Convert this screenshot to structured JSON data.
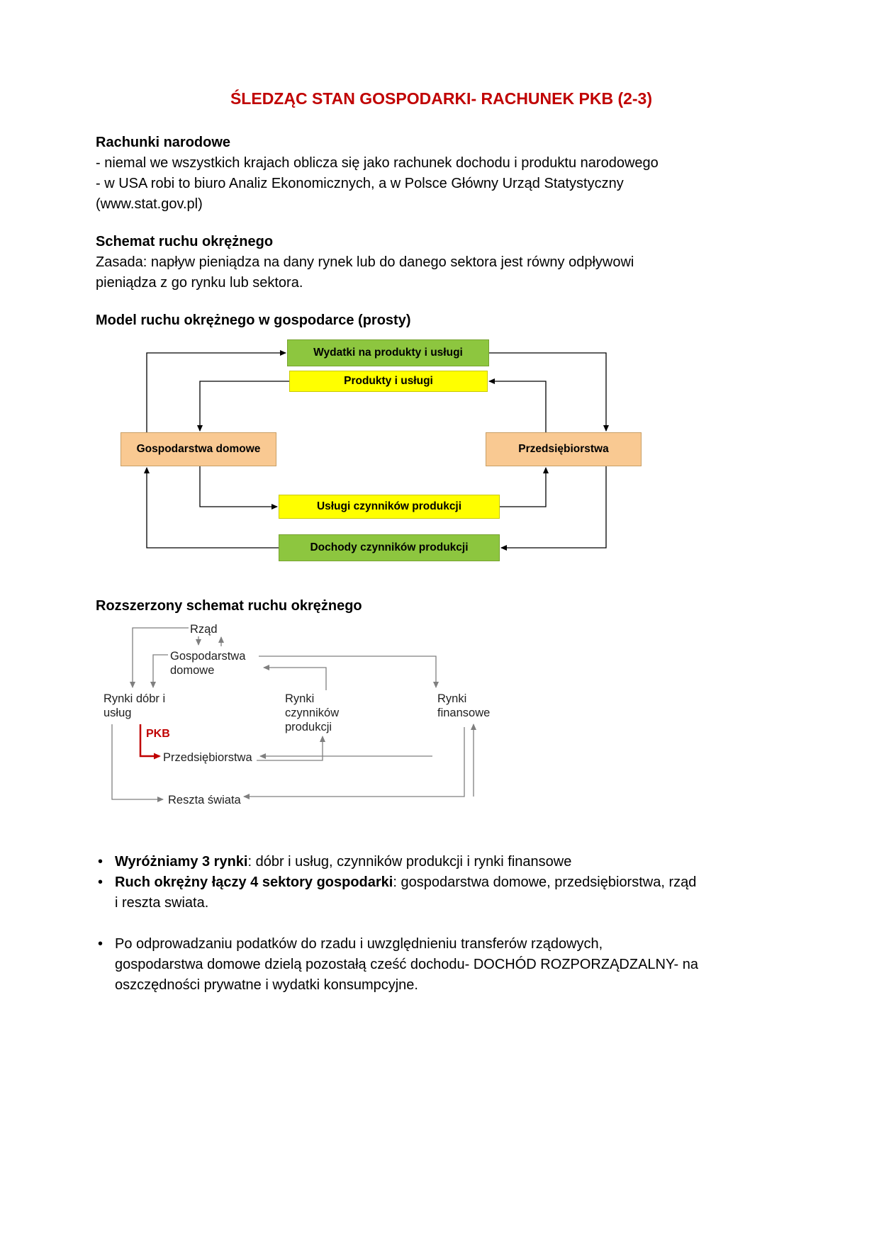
{
  "title": "ŚLEDZĄC STAN GOSPODARKI- RACHUNEK PKB (2-3)",
  "title_color": "#c00000",
  "sections": {
    "rachunki": {
      "heading": "Rachunki narodowe",
      "lines": [
        "- niemal we wszystkich krajach oblicza się jako rachunek dochodu i produktu narodowego",
        "- w USA robi to biuro Analiz Ekonomicznych, a w Polsce Główny Urząd Statystyczny",
        "(www.stat.gov.pl)"
      ]
    },
    "schemat": {
      "heading": "Schemat ruchu okrężnego",
      "lines": [
        "Zasada: napływ pieniądza na dany rynek lub do danego sektora jest równy odpływowi",
        "pieniądza z go rynku lub sektora."
      ]
    },
    "model": {
      "heading": "Model ruchu okrężnego w gospodarce (prosty)"
    },
    "rozszerzony": {
      "heading": "Rozszerzony schemat ruchu okrężnego"
    }
  },
  "diagram_simple": {
    "boxes": {
      "wydatki": "Wydatki na produkty i usługi",
      "produkty": "Produkty i usługi",
      "gospodarstwa": "Gospodarstwa domowe",
      "przedsiebiorstwa": "Przedsiębiorstwa",
      "uslugi": "Usługi czynników produkcji",
      "dochody": "Dochody czynników produkcji"
    },
    "colors": {
      "green": "#8dc63f",
      "yellow": "#ffff00",
      "peach": "#f9c992"
    }
  },
  "diagram_extended": {
    "labels": {
      "rzad": "Rząd",
      "gospodarstwa_l1": "Gospodarstwa",
      "gospodarstwa_l2": "domowe",
      "rynki_dobr_l1": "Rynki dóbr i",
      "rynki_dobr_l2": "usług",
      "rynki_czynnikow_l1": "Rynki",
      "rynki_czynnikow_l2": "czynników",
      "rynki_czynnikow_l3": "produkcji",
      "rynki_finansowe_l1": "Rynki",
      "rynki_finansowe_l2": "finansowe",
      "pkb": "PKB",
      "przedsiebiorstwa": "Przedsiębiorstwa",
      "reszta_swiata": "Reszta świata"
    },
    "pkb_color": "#c00000"
  },
  "bullets": {
    "b1": {
      "bold": "Wyróżniamy 3 rynki",
      "rest": ": dóbr i usług, czynników produkcji i rynki finansowe"
    },
    "b2": {
      "bold": "Ruch okrężny łączy 4 sektory gospodarki",
      "rest": ": gospodarstwa domowe, przedsiębiorstwa, rząd",
      "line2": "i reszta swiata."
    },
    "b3": {
      "lines": [
        "Po odprowadzaniu podatków do rzadu i uwzględnieniu transferów rządowych,",
        "gospodarstwa domowe dzielą pozostałą cześć dochodu- DOCHÓD ROZPORZĄDZALNY- na",
        "oszczędności prywatne i wydatki konsumpcyjne."
      ]
    }
  }
}
